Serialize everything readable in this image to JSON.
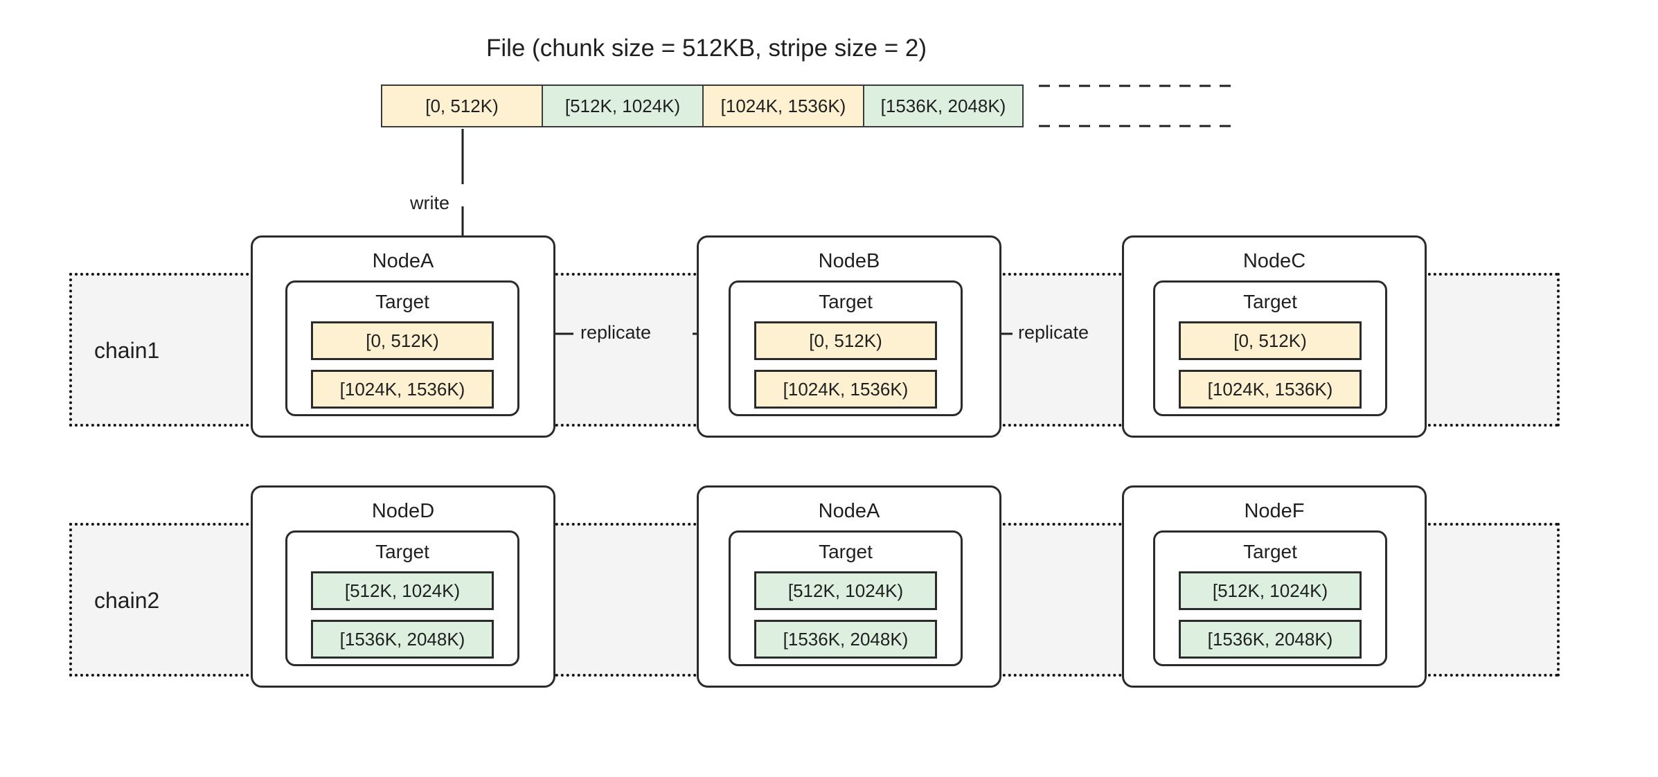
{
  "diagram": {
    "title": "File (chunk size = 512KB, stripe size = 2)",
    "file_strip": {
      "chunks": [
        {
          "label": "[0, 512K)",
          "color": "#fdf1d2"
        },
        {
          "label": "[512K, 1024K)",
          "color": "#ddf0e0"
        },
        {
          "label": "[1024K, 1536K)",
          "color": "#fdf1d2"
        },
        {
          "label": "[1536K, 2048K)",
          "color": "#ddf0e0"
        }
      ],
      "continuation": "dashed-lines"
    },
    "edges": {
      "write": "write",
      "replicate_1": "replicate",
      "replicate_2": "replicate"
    },
    "target_label": "Target",
    "chains": [
      {
        "name": "chain1",
        "nodes": [
          {
            "name": "NodeA",
            "target": {
              "label": "Target",
              "chunks": [
                {
                  "label": "[0, 512K)",
                  "color": "#fdf1d2"
                },
                {
                  "label": "[1024K, 1536K)",
                  "color": "#fdf1d2"
                }
              ]
            }
          },
          {
            "name": "NodeB",
            "target": {
              "label": "Target",
              "chunks": [
                {
                  "label": "[0, 512K)",
                  "color": "#fdf1d2"
                },
                {
                  "label": "[1024K, 1536K)",
                  "color": "#fdf1d2"
                }
              ]
            }
          },
          {
            "name": "NodeC",
            "target": {
              "label": "Target",
              "chunks": [
                {
                  "label": "[0, 512K)",
                  "color": "#fdf1d2"
                },
                {
                  "label": "[1024K, 1536K)",
                  "color": "#fdf1d2"
                }
              ]
            }
          }
        ]
      },
      {
        "name": "chain2",
        "nodes": [
          {
            "name": "NodeD",
            "target": {
              "label": "Target",
              "chunks": [
                {
                  "label": "[512K, 1024K)",
                  "color": "#ddf0e0"
                },
                {
                  "label": "[1536K, 2048K)",
                  "color": "#ddf0e0"
                }
              ]
            }
          },
          {
            "name": "NodeA",
            "target": {
              "label": "Target",
              "chunks": [
                {
                  "label": "[512K, 1024K)",
                  "color": "#ddf0e0"
                },
                {
                  "label": "[1536K, 2048K)",
                  "color": "#ddf0e0"
                }
              ]
            }
          },
          {
            "name": "NodeF",
            "target": {
              "label": "Target",
              "chunks": [
                {
                  "label": "[512K, 1024K)",
                  "color": "#ddf0e0"
                },
                {
                  "label": "[1536K, 2048K)",
                  "color": "#ddf0e0"
                }
              ]
            }
          }
        ]
      }
    ],
    "colors": {
      "chunk_yellow": "#fdf1d2",
      "chunk_green": "#ddf0e0",
      "band_fill": "#f4f4f4",
      "stroke": "#2b2b2b",
      "background": "#ffffff"
    }
  }
}
